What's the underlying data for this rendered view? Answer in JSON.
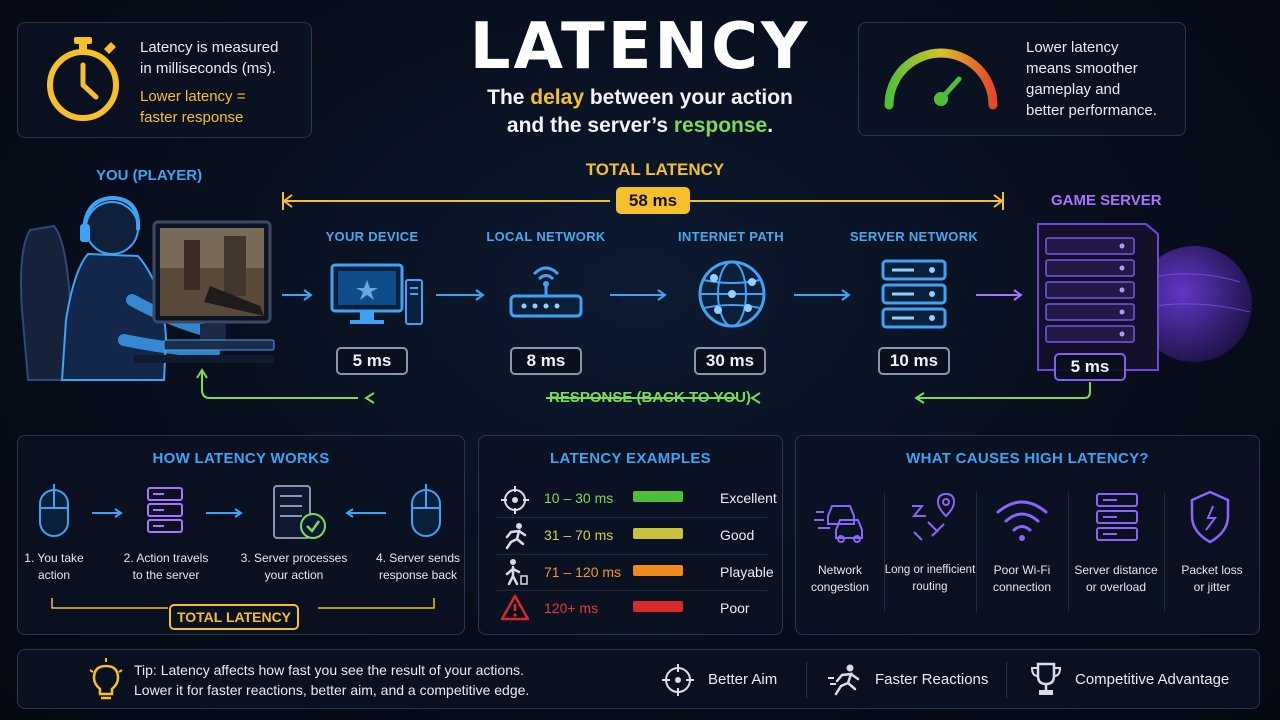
{
  "header": {
    "title": "LATENCY",
    "subtitle_line1_pre": "The ",
    "subtitle_line1_highlight": "delay",
    "subtitle_line1_post": " between your action",
    "subtitle_line2_pre": "and the server’s ",
    "subtitle_line2_highlight": "response",
    "subtitle_line2_post": "."
  },
  "info_left": {
    "line1": "Latency is measured",
    "line2": "in milliseconds (ms).",
    "highlight1": "Lower latency =",
    "highlight2": "faster response"
  },
  "info_right": {
    "line1": "Lower latency",
    "line2": "means smoother",
    "line3": "gameplay and",
    "line4": "better performance."
  },
  "flow": {
    "player_label": "YOU (PLAYER)",
    "server_label": "GAME SERVER",
    "total_label": "TOTAL LATENCY",
    "total_value": "58 ms",
    "response_label": "RESPONSE (BACK TO YOU)",
    "stages": [
      {
        "label": "YOUR DEVICE",
        "value": "5 ms"
      },
      {
        "label": "LOCAL NETWORK",
        "value": "8 ms"
      },
      {
        "label": "INTERNET PATH",
        "value": "30 ms"
      },
      {
        "label": "SERVER NETWORK",
        "value": "10 ms"
      }
    ],
    "server_value": "5 ms"
  },
  "how_it_works": {
    "title": "HOW LATENCY WORKS",
    "steps": [
      {
        "line1": "1. You take",
        "line2": "action"
      },
      {
        "line1": "2. Action travels",
        "line2": "to the server"
      },
      {
        "line1": "3. Server processes",
        "line2": "your action"
      },
      {
        "line1": "4. Server sends",
        "line2": "response back"
      }
    ],
    "total_label": "TOTAL LATENCY"
  },
  "examples": {
    "title": "LATENCY EXAMPLES",
    "rows": [
      {
        "range": "10 – 30 ms",
        "rating": "Excellent",
        "color": "#4fbf3a"
      },
      {
        "range": "31 – 70 ms",
        "rating": "Good",
        "color": "#c7c23a"
      },
      {
        "range": "71 – 120 ms",
        "rating": "Playable",
        "color": "#ee8a1e"
      },
      {
        "range": "120+ ms",
        "rating": "Poor",
        "color": "#d82a2a"
      }
    ]
  },
  "causes": {
    "title": "WHAT CAUSES HIGH LATENCY?",
    "items": [
      {
        "line1": "Network",
        "line2": "congestion"
      },
      {
        "line1": "Long or inefficient",
        "line2": "routing"
      },
      {
        "line1": "Poor Wi-Fi",
        "line2": "connection"
      },
      {
        "line1": "Server distance",
        "line2": "or overload"
      },
      {
        "line1": "Packet loss",
        "line2": "or jitter"
      }
    ]
  },
  "footer": {
    "tip_line1": "Tip: Latency affects how fast you see the result of your actions.",
    "tip_line2": "Lower it for faster reactions, better aim, and a competitive edge.",
    "tags": [
      "Better Aim",
      "Faster Reactions",
      "Competitive Advantage"
    ]
  },
  "colors": {
    "accent_blue": "#3fa3f5",
    "accent_yellow": "#f5c02c",
    "accent_green": "#7ed957",
    "accent_purple": "#a875ff"
  }
}
